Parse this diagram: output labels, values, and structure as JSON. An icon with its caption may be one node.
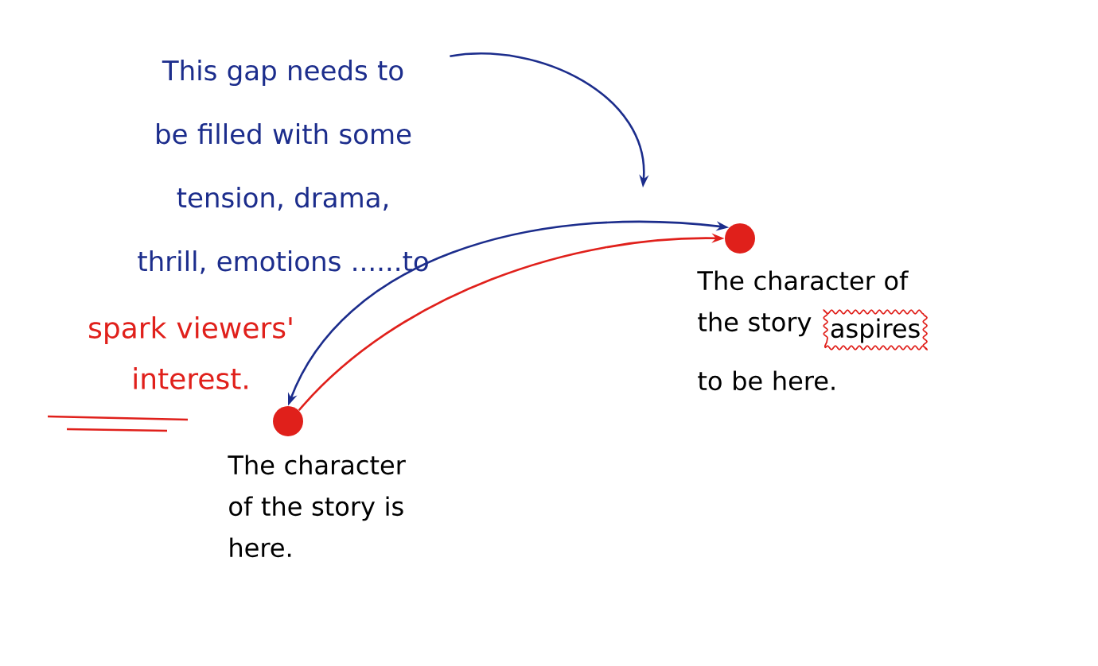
{
  "diagram": {
    "nodes": [
      {
        "text": [],
        "shape": "circle",
        "beside": [
          "The character of the story is here."
        ]
      },
      {
        "text": [],
        "shape": "circle",
        "beside": [
          "The character of the story",
          "aspires",
          "to be here."
        ]
      },
      {
        "text": [
          "This gap needs to be filled with some tension, drama, thrill, emotions ......to"
        ]
      }
    ],
    "edges": [
      {
        "from": 0,
        "to": 1,
        "arrow": "to",
        "color": "#e0201b"
      },
      {
        "from": 0,
        "to": 1,
        "arrow": "both",
        "color": "#1c2d8c"
      },
      {
        "from": 2,
        "to": null,
        "arrow": "to",
        "color": "#1c2d8c"
      }
    ],
    "labels": [
      "spark viewers' interest."
    ]
  }
}
